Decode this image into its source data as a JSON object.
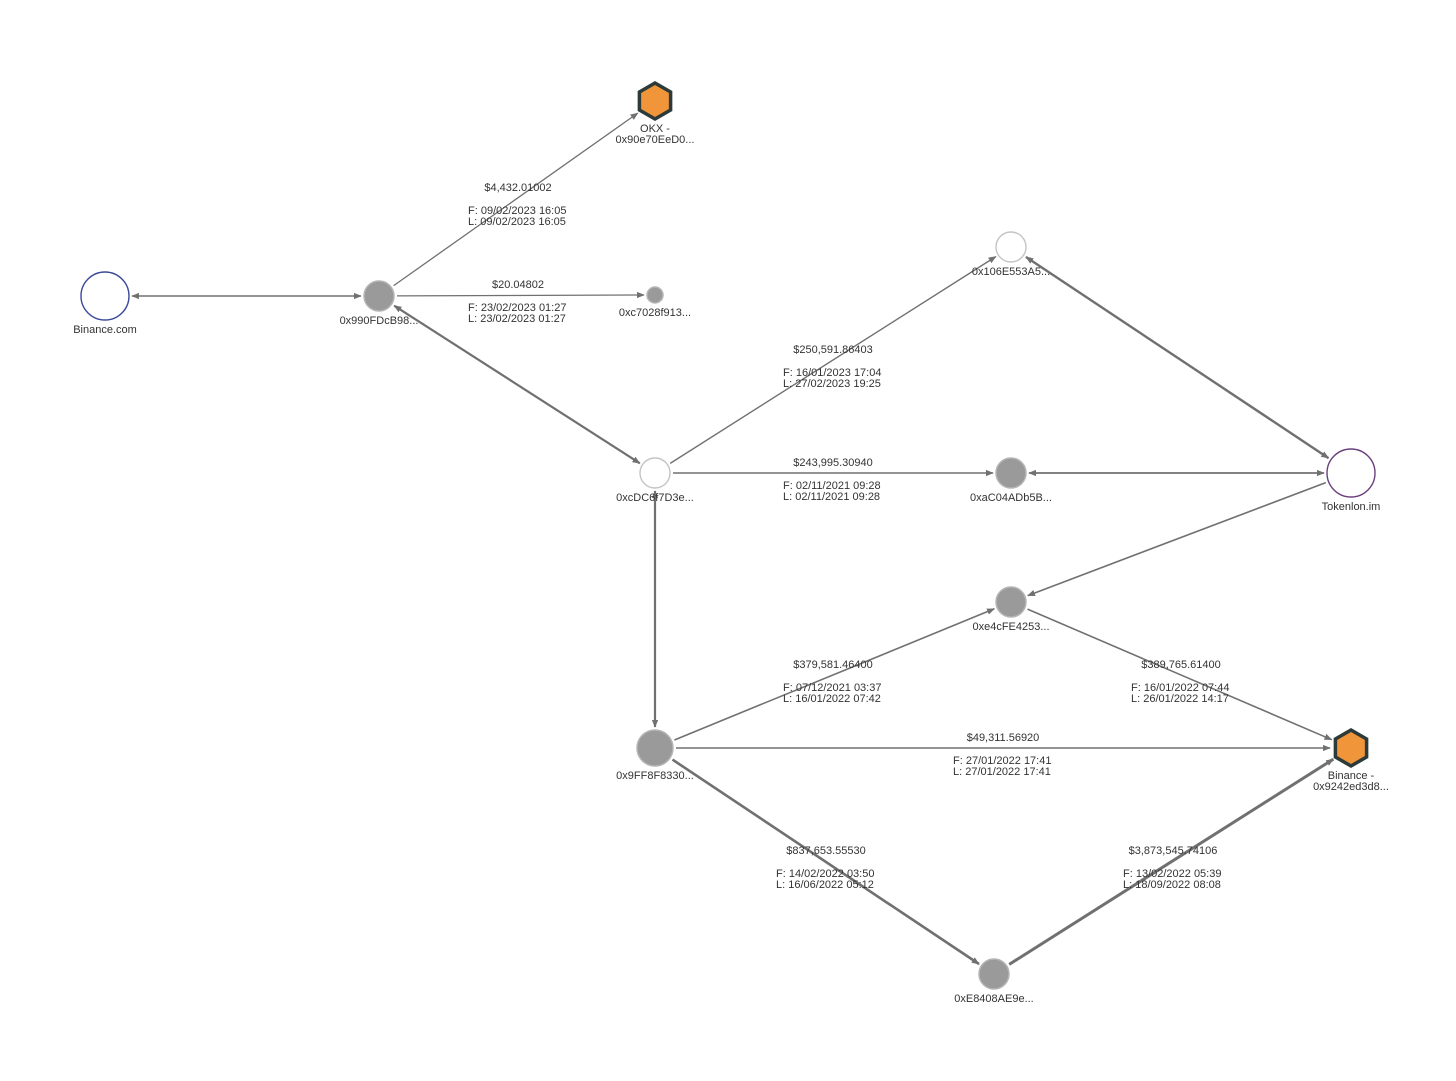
{
  "colors": {
    "edge": "#707070",
    "node_gray": "#9a9a9a",
    "node_gray_stroke": "#b5b5b5",
    "node_white_stroke": "#c4c4c4",
    "binance_ring": "#3b4a9a",
    "tokenlon_ring": "#6b3f7d",
    "exchange_fill": "#f0953a",
    "exchange_stroke": "#2c3a3a",
    "text": "#333333"
  },
  "nodes": [
    {
      "id": "binance_com",
      "label": [
        "Binance.com"
      ],
      "kind": "ring",
      "ring_color": "binance_ring"
    },
    {
      "id": "n990",
      "label": [
        "0x990FDcB98..."
      ],
      "kind": "gray"
    },
    {
      "id": "okx",
      "label": [
        "OKX -",
        "0x90e70EeD0..."
      ],
      "kind": "hex"
    },
    {
      "id": "nc70",
      "label": [
        "0xc7028f913..."
      ],
      "kind": "gray"
    },
    {
      "id": "n106",
      "label": [
        "0x106E553A5..."
      ],
      "kind": "white"
    },
    {
      "id": "ndc6",
      "label": [
        "0xcDC6f7D3e..."
      ],
      "kind": "white"
    },
    {
      "id": "nac0",
      "label": [
        "0xaC04ADb5B..."
      ],
      "kind": "gray"
    },
    {
      "id": "tokenlon",
      "label": [
        "Tokenlon.im"
      ],
      "kind": "ring",
      "ring_color": "tokenlon_ring"
    },
    {
      "id": "ne4c",
      "label": [
        "0xe4cFE4253..."
      ],
      "kind": "gray"
    },
    {
      "id": "n9ff",
      "label": [
        "0x9FF8F8330..."
      ],
      "kind": "gray"
    },
    {
      "id": "binance_hex",
      "label": [
        "Binance -",
        "0x9242ed3d8..."
      ],
      "kind": "hex"
    },
    {
      "id": "ne84",
      "label": [
        "0xE8408AE9e..."
      ],
      "kind": "gray"
    }
  ],
  "edges": [
    {
      "id": "e1",
      "from": "binance_com",
      "to": "n990",
      "bidirectional": true
    },
    {
      "id": "e2",
      "from": "n990",
      "to": "okx",
      "amount": "$4,432.01002",
      "first": "F: 09/02/2023 16:05",
      "last": "L: 09/02/2023 16:05"
    },
    {
      "id": "e3",
      "from": "n990",
      "to": "nc70",
      "amount": "$20.04802",
      "first": "F: 23/02/2023 01:27",
      "last": "L: 23/02/2023 01:27"
    },
    {
      "id": "e4",
      "from": "n990",
      "to": "ndc6",
      "bidirectional": true
    },
    {
      "id": "e5",
      "from": "ndc6",
      "to": "n106",
      "amount": "$250,591.86403",
      "first": "F: 16/01/2023 17:04",
      "last": "L: 27/02/2023 19:25"
    },
    {
      "id": "e6",
      "from": "ndc6",
      "to": "nac0",
      "amount": "$243,995.30940",
      "first": "F: 02/11/2021 09:28",
      "last": "L: 02/11/2021 09:28"
    },
    {
      "id": "e7",
      "from": "ndc6",
      "to": "n9ff",
      "bidirectional": true
    },
    {
      "id": "e8",
      "from": "n106",
      "to": "tokenlon",
      "bidirectional": true
    },
    {
      "id": "e9",
      "from": "nac0",
      "to": "tokenlon",
      "bidirectional": true
    },
    {
      "id": "e10",
      "from": "tokenlon",
      "to": "ne4c"
    },
    {
      "id": "e11",
      "from": "n9ff",
      "to": "ne4c",
      "amount": "$379,581.46400",
      "first": "F: 07/12/2021 03:37",
      "last": "L: 16/01/2022 07:42"
    },
    {
      "id": "e12",
      "from": "ne4c",
      "to": "binance_hex",
      "amount": "$389,765.61400",
      "first": "F: 16/01/2022 07:44",
      "last": "L: 26/01/2022 14:17"
    },
    {
      "id": "e13",
      "from": "n9ff",
      "to": "binance_hex",
      "amount": "$49,311.56920",
      "first": "F: 27/01/2022 17:41",
      "last": "L: 27/01/2022 17:41"
    },
    {
      "id": "e14",
      "from": "n9ff",
      "to": "ne84",
      "amount": "$837,653.55530",
      "first": "F: 14/02/2022 03:50",
      "last": "L: 16/06/2022 05:12"
    },
    {
      "id": "e15",
      "from": "ne84",
      "to": "binance_hex",
      "amount": "$3,873,545.74106",
      "first": "F: 13/02/2022 05:39",
      "last": "L: 18/09/2022 08:08"
    }
  ]
}
